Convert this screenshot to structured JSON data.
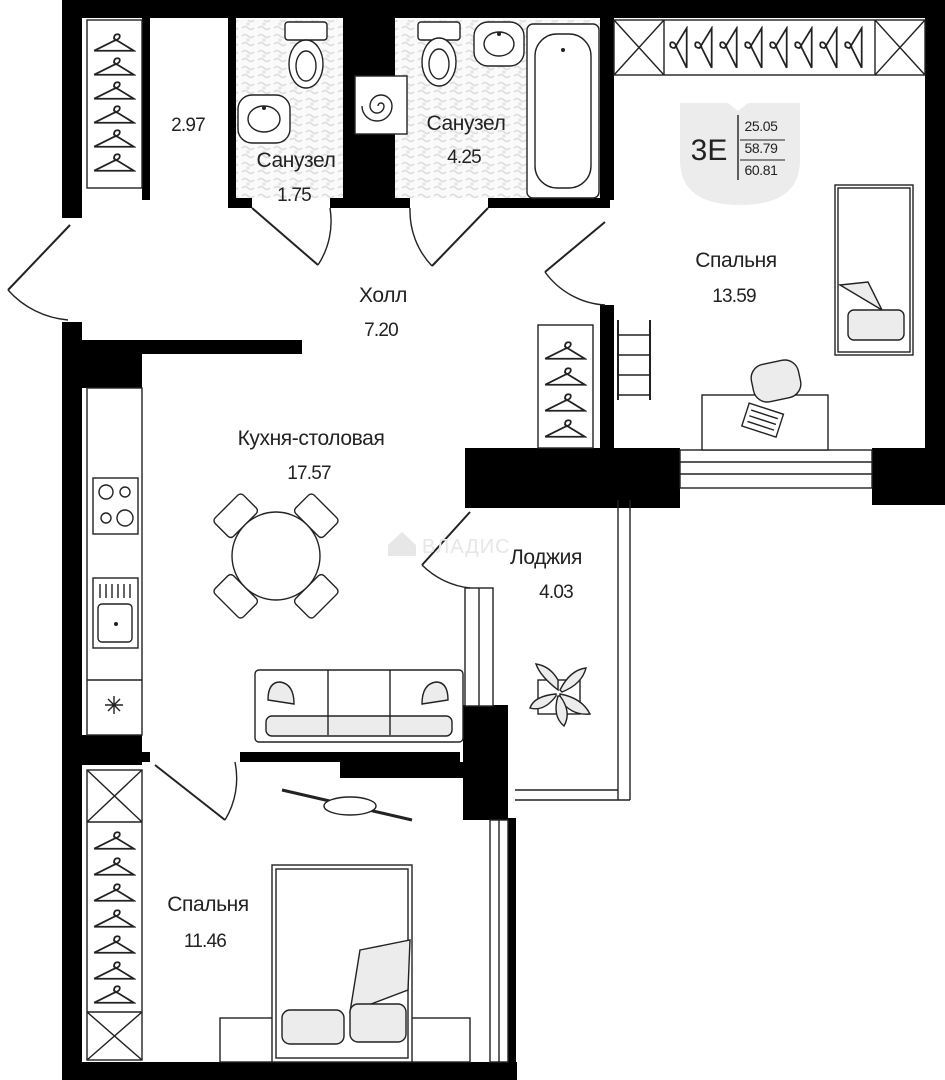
{
  "apartment": {
    "type": "3E",
    "areas": [
      "25.05",
      "58.79",
      "60.81"
    ]
  },
  "rooms": [
    {
      "id": "storage",
      "name": "",
      "area": "2.97"
    },
    {
      "id": "bath-small",
      "name": "Санузел",
      "area": "1.75"
    },
    {
      "id": "bath-large",
      "name": "Санузел",
      "area": "4.25"
    },
    {
      "id": "bedroom-top",
      "name": "Спальня",
      "area": "13.59"
    },
    {
      "id": "hall",
      "name": "Холл",
      "area": "7.20"
    },
    {
      "id": "kitchen",
      "name": "Кухня-столовая",
      "area": "17.57"
    },
    {
      "id": "loggia",
      "name": "Лоджия",
      "area": "4.03"
    },
    {
      "id": "bedroom-bottom",
      "name": "Спальня",
      "area": "11.46"
    }
  ],
  "watermark": "ВЛАДИС",
  "colors": {
    "wall": "#000000",
    "tile": "#e9e9e9",
    "furniture_fill": "#ececec"
  },
  "icons": [
    "hanger-icon",
    "toilet-icon",
    "sink-icon",
    "bathtub-icon",
    "boiler-icon",
    "stove-icon",
    "bed-icon",
    "chair-icon",
    "laptop-icon",
    "plant-icon",
    "sofa-icon",
    "tv-icon",
    "dining-table-icon",
    "ladder-icon",
    "house-logo-icon"
  ]
}
